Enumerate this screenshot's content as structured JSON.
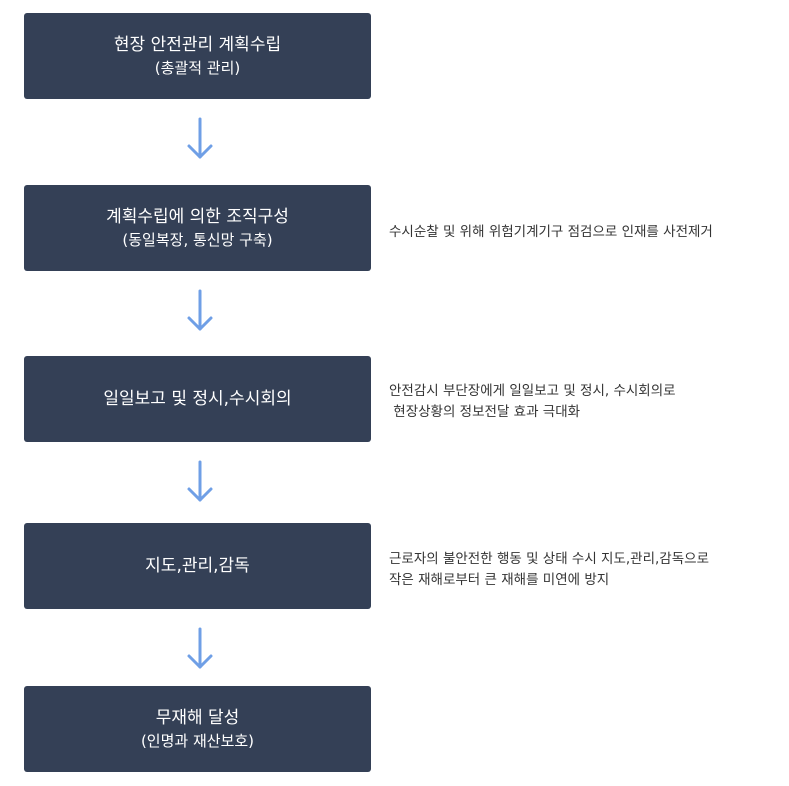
{
  "steps": [
    {
      "title": "현장 안전관리 계획수립",
      "subtitle": "(총괄적 관리)"
    },
    {
      "title": "계획수립에 의한 조직구성",
      "subtitle": "(동일복장, 통신망 구축)"
    },
    {
      "title": "일일보고 및 정시,수시회의",
      "subtitle": ""
    },
    {
      "title": "지도,관리,감독",
      "subtitle": ""
    },
    {
      "title": "무재해 달성",
      "subtitle": "(인명과 재산보호)"
    }
  ],
  "notes": [
    {
      "lines": [
        "수시순찰 및 위해 위험기계기구 점검으로 인재를 사전제거"
      ]
    },
    {
      "lines": [
        "안전감시 부단장에게 일일보고 및 정시, 수시회의로",
        " 현장상황의 정보전달 효과 극대화"
      ]
    },
    {
      "lines": [
        "근로자의 불안전한 행동 및 상태 수시 지도,관리,감독으로",
        "작은 재해로부터 큰 재해를 미연에 방지"
      ]
    }
  ],
  "colors": {
    "box": "#344056",
    "arrow": "#6f9fe6",
    "text": "#333333"
  },
  "icons": {
    "connector": "arrow-down-icon"
  }
}
